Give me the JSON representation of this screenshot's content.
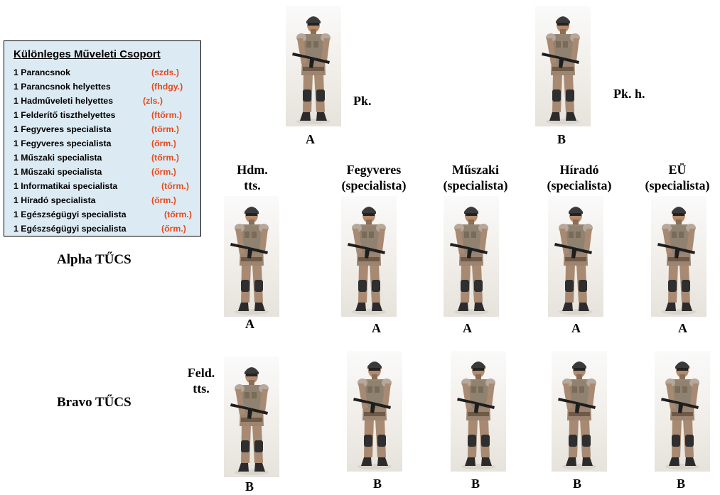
{
  "roster": {
    "title": "Különleges Műveleti Csoport",
    "members": [
      {
        "role": "1 Parancsnok",
        "rank": "(szds.)"
      },
      {
        "role": "1 Parancsnok helyettes",
        "rank": "(fhdgy.)"
      },
      {
        "role": "1 Hadműveleti helyettes",
        "rank": "(zls.)"
      },
      {
        "role": "1 Felderítő tiszthelyettes",
        "rank": "(ftőrm.)"
      },
      {
        "role": "1 Fegyveres specialista",
        "rank": "(tőrm.)"
      },
      {
        "role": "1 Fegyveres specialista",
        "rank": "(őrm.)"
      },
      {
        "role": "1 Műszaki specialista",
        "rank": "(tőrm.)"
      },
      {
        "role": "1 Műszaki specialista",
        "rank": "(őrm.)"
      },
      {
        "role": "1 Informatikai specialista",
        "rank": "(tőrm.)"
      },
      {
        "role": "1 Híradó specialista",
        "rank": "(őrm.)"
      },
      {
        "role": "1 Egészségügyi specialista",
        "rank": "(tőrm.)"
      },
      {
        "role": "1 Egészségügyi specialista",
        "rank": "(őrm.)"
      }
    ]
  },
  "command": {
    "commander": {
      "role_label": "Pk.",
      "letter": "A"
    },
    "deputy": {
      "role_label": "Pk. h.",
      "letter": "B"
    }
  },
  "columns": {
    "hdm": {
      "line1": "Hdm.",
      "line2": "tts."
    },
    "fegyveres": {
      "line1": "Fegyveres",
      "line2": "(specialista)"
    },
    "muszaki": {
      "line1": "Műszaki",
      "line2": "(specialista)"
    },
    "hirado": {
      "line1": "Híradó",
      "line2": "(specialista)"
    },
    "eu": {
      "line1": "EÜ",
      "line2": "(specialista)"
    }
  },
  "feld": {
    "line1": "Feld.",
    "line2": "tts."
  },
  "teams": {
    "alpha": {
      "label": "Alpha TŰCS",
      "letter": "A"
    },
    "bravo": {
      "label": "Bravo TŰCS",
      "letter": "B"
    }
  },
  "colors": {
    "rank_text": "#e8491d",
    "roster_bg": "#dcebf3"
  }
}
